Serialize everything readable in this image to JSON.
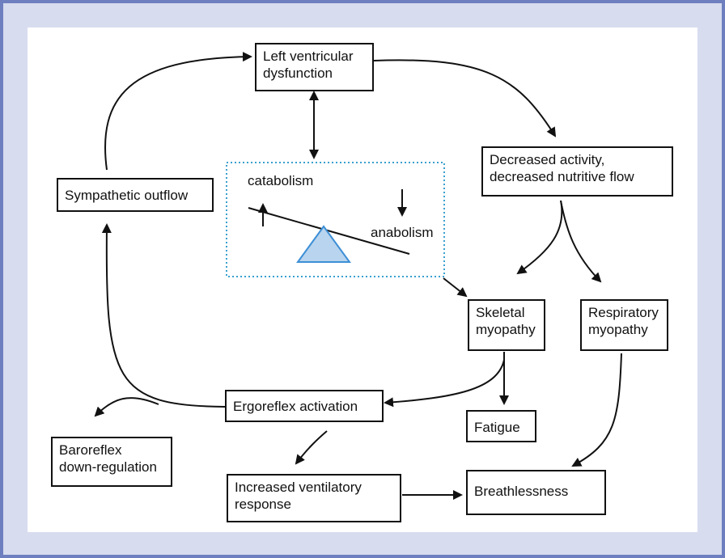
{
  "colors": {
    "frame_border": "#6e7fbf",
    "frame_fill": "#d7dcef",
    "balance_box_border": "#3aa0d0",
    "fulcrum_fill": "#b9d4ee",
    "fulcrum_stroke": "#3d8fd6"
  },
  "nodes": {
    "left_ventricular": "Left ventricular\ndysfunction",
    "decreased_activity": "Decreased activity,\ndecreased nutritive flow",
    "sympathetic": "Sympathetic outflow",
    "skeletal": "Skeletal\nmyopathy",
    "respiratory": "Respiratory\nmyopathy",
    "ergoreflex": "Ergoreflex activation",
    "fatigue": "Fatigue",
    "baroreflex": "Baroreflex\ndown-regulation",
    "ventilatory": "Increased ventilatory\nresponse",
    "breathlessness": "Breathlessness"
  },
  "balance": {
    "catabolism": "catabolism",
    "anabolism": "anabolism"
  }
}
